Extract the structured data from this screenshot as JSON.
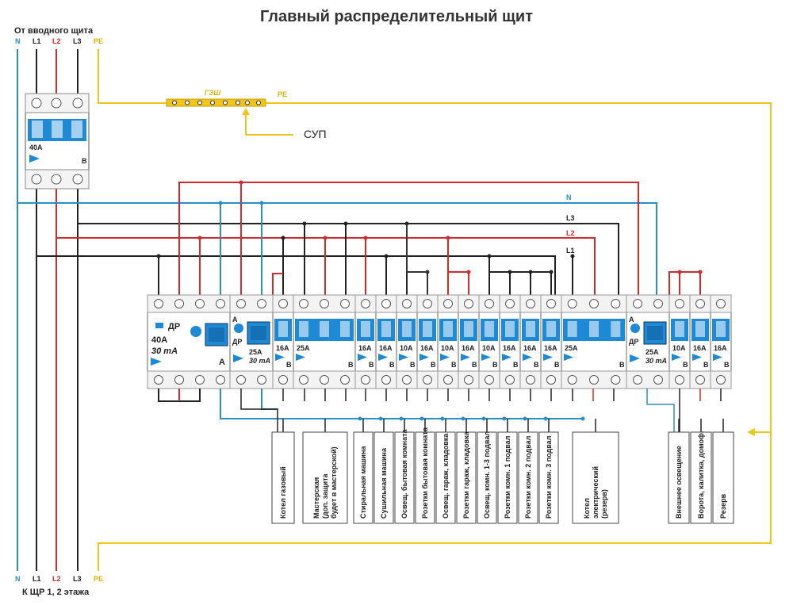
{
  "title": "Главный распределительный щит",
  "source_label": "От вводного щита",
  "dest_label": "К ЩР 1, 2 этажа",
  "wires": {
    "N": "N",
    "L1": "L1",
    "L2": "L2",
    "L3": "L3",
    "PE": "PE"
  },
  "gzsh_label": "ГЗШ",
  "pe_label": "PE",
  "sup_label": "СУП",
  "main_breaker": {
    "rating": "40A",
    "curve": "B"
  },
  "rcd_main": {
    "type": "ДР",
    "rating": "40A",
    "leak": "30 mA",
    "cls": "A"
  },
  "rcd_a": {
    "cls": "A",
    "type": "ДР",
    "rating": "25A",
    "leak": "30 mA"
  },
  "rcd_b": {
    "cls": "A",
    "type": "ДР",
    "rating": "25A",
    "leak": "30 mA"
  },
  "breakers": [
    {
      "rating": "16A",
      "curve": "B"
    },
    {
      "rating": "25A",
      "curve": "B"
    },
    {
      "rating": "16A",
      "curve": "B"
    },
    {
      "rating": "16A",
      "curve": "B"
    },
    {
      "rating": "10A",
      "curve": "B"
    },
    {
      "rating": "16A",
      "curve": "B"
    },
    {
      "rating": "10A",
      "curve": "B"
    },
    {
      "rating": "16A",
      "curve": "B"
    },
    {
      "rating": "10A",
      "curve": "B"
    },
    {
      "rating": "16A",
      "curve": "B"
    },
    {
      "rating": "16A",
      "curve": "B"
    },
    {
      "rating": "16A",
      "curve": "B"
    },
    {
      "rating": "25A",
      "curve": "B"
    },
    {
      "rating": "10A",
      "curve": "B"
    },
    {
      "rating": "16A",
      "curve": "B"
    },
    {
      "rating": "16A",
      "curve": "B"
    }
  ],
  "loads": [
    "Котел газовый",
    "Мастерская",
    "(доп. защита",
    "будет в мастерской)",
    "Стиральная машина",
    "Сушильная машина",
    "Освещ. бытовая комната",
    "Розетки бытовая комната",
    "Освещ. гараж, кладовка",
    "Розетки гараж, кладовка",
    "Освещ. комн. 1-3 подвал",
    "Розетки комн. 1 подвал",
    "Розетки комн. 2 подвал",
    "Розетки комн. 3 подвал",
    "Котел",
    "электрический",
    "(резерв)",
    "Внешнее освещение",
    "Ворота, калитка, домоф.",
    "Резерв"
  ],
  "colors": {
    "N": "#2a8fc8",
    "L1": "#222222",
    "L2": "#d42a2a",
    "L3": "#222222",
    "PE": "#f0c419",
    "device_blue": "#1e8ad6"
  }
}
